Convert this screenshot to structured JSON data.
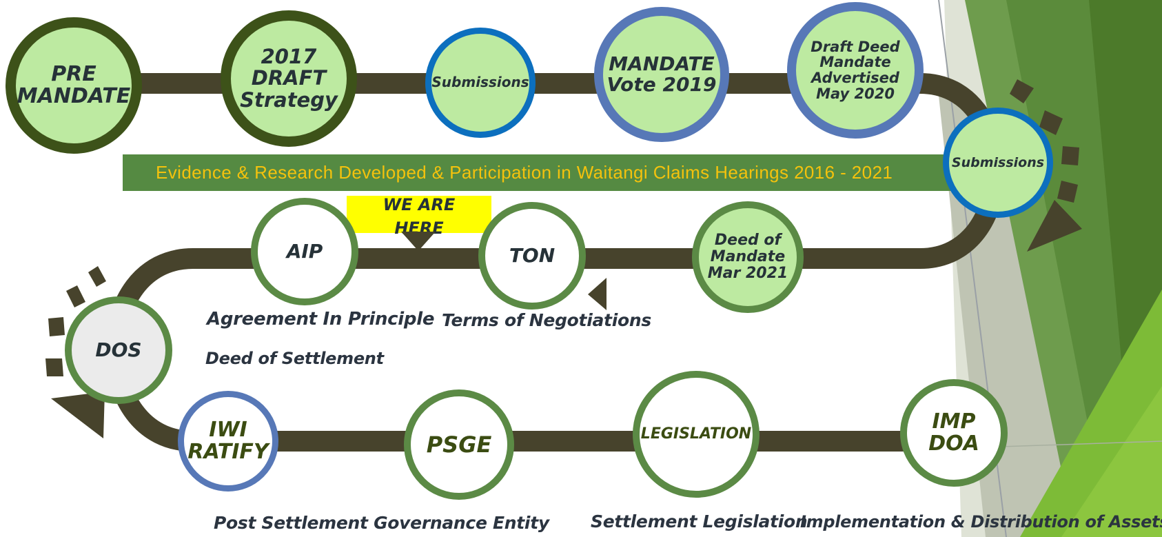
{
  "banner_text": "Evidence & Research Developed  & Participation in Waitangi Claims Hearings 2016 - 2021",
  "marker_text": "WE ARE\nHERE",
  "nodes": {
    "pre_mandate": "PRE\nMANDATE",
    "draft_strategy": "2017\nDRAFT\nStrategy",
    "submissions_1": "Submissions",
    "mandate_vote": "MANDATE\nVote 2019",
    "draft_deed": "Draft Deed\nMandate\nAdvertised\nMay 2020",
    "submissions_2": "Submissions",
    "deed_of_mandate": "Deed of\nMandate\nMar 2021",
    "ton": "TON",
    "aip": "AIP",
    "dos": "DOS",
    "iwi_ratify": "IWI\nRATIFY",
    "psge": "PSGE",
    "legislation": "LEGISLATION",
    "imp_doa": "IMP\nDOA"
  },
  "captions": {
    "aip": "Agreement In Principle",
    "ton": "Terms of Negotiations",
    "dos": "Deed of Settlement",
    "psge": "Post Settlement Governance Entity",
    "legislation": "Settlement Legislation",
    "imp_doa": "Implementation & Distribution of Assets"
  },
  "colors": {
    "path": "#47432c",
    "banner": "#558a42",
    "banner_text": "#f4c20d",
    "marker": "#ffff00",
    "node_fill": "#bdeaa1",
    "ring_dark_green": "#3d5219",
    "ring_blue": "#0c6fbe",
    "ring_slate": "#5778b7",
    "ring_green": "#5b8a45"
  }
}
